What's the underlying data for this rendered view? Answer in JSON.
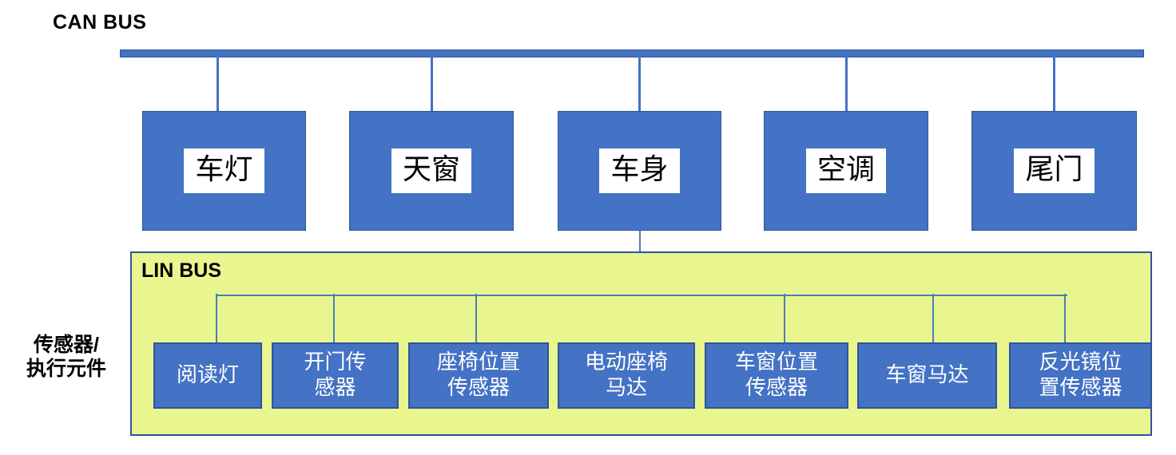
{
  "diagram": {
    "title_can": "CAN BUS",
    "title_lin": "LIN BUS",
    "side_label_line1": "传感器/",
    "side_label_line2": "执行元件",
    "colors": {
      "node_fill": "#4472c4",
      "node_border": "#2e5496",
      "lin_fill": "#e9f58f",
      "line": "#4a7ebb",
      "label_bg": "#ffffff",
      "text_dark": "#000000",
      "text_light": "#ffffff"
    }
  },
  "can_nodes": [
    {
      "label": "车灯"
    },
    {
      "label": "天窗"
    },
    {
      "label": "车身"
    },
    {
      "label": "空调"
    },
    {
      "label": "尾门"
    }
  ],
  "lin_nodes": [
    {
      "label": "阅读灯"
    },
    {
      "label": "开门传\n感器",
      "line1": "开门传",
      "line2": "感器"
    },
    {
      "label": "座椅位置\n传感器",
      "line1": "座椅位置",
      "line2": "传感器"
    },
    {
      "label": "电动座椅\n马达",
      "line1": "电动座椅",
      "line2": "马达"
    },
    {
      "label": "车窗位置\n传感器",
      "line1": "车窗位置",
      "line2": "传感器"
    },
    {
      "label": "车窗马达"
    },
    {
      "label": "反光镜位\n置传感器",
      "line1": "反光镜位",
      "line2": "置传感器"
    }
  ]
}
